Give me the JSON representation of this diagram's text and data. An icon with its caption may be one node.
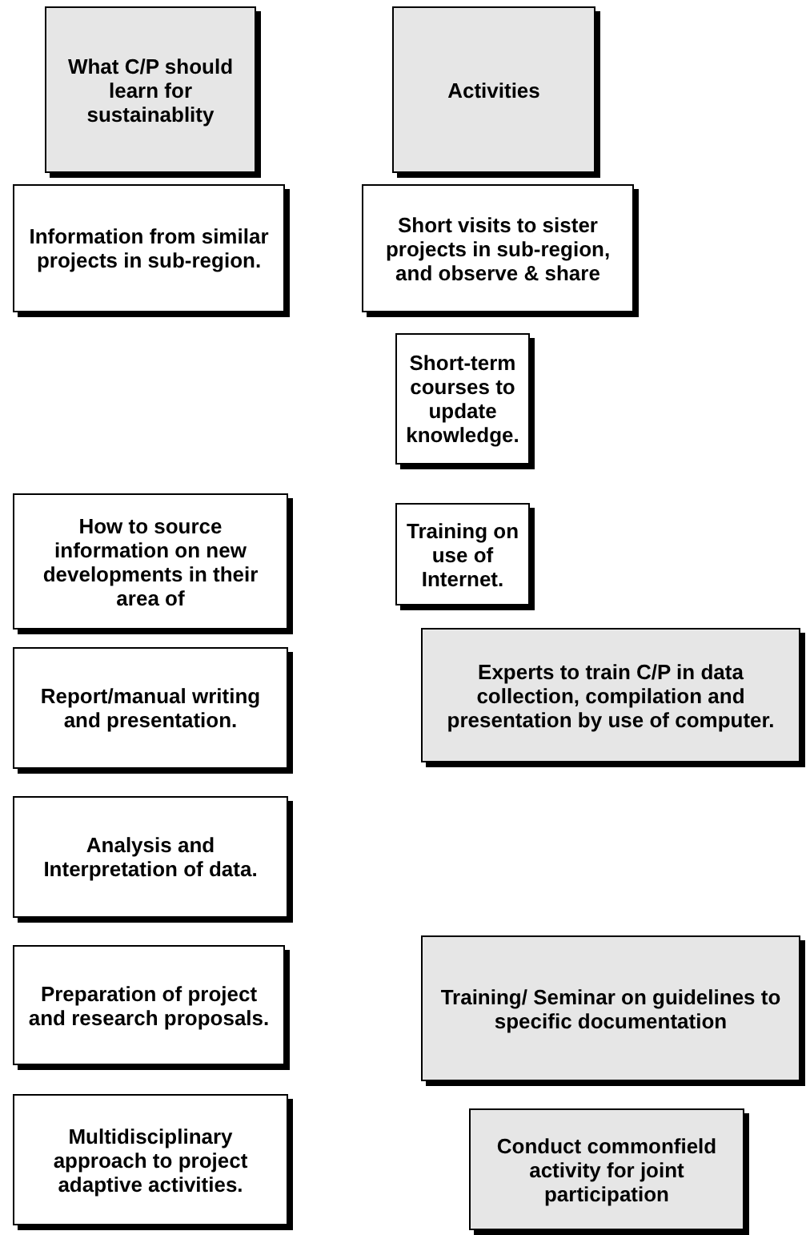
{
  "diagram": {
    "nodes": [
      {
        "text": [
          "What C/P should learn for sustainablity"
        ]
      },
      {
        "text": [
          "Activities"
        ]
      },
      {
        "text": [
          "Information from similar projects in sub-region."
        ]
      },
      {
        "text": [
          "Short visits to sister projects in sub-region, and observe & share"
        ]
      },
      {
        "text": [
          "Short-term courses to update knowledge."
        ]
      },
      {
        "text": [
          "How to source information on new developments in their area of"
        ]
      },
      {
        "text": [
          "Training on use of Internet."
        ]
      },
      {
        "text": [
          "Report/manual writing and presentation."
        ]
      },
      {
        "text": [
          "Experts to train C/P in data collection, compilation and presentation by use of computer."
        ]
      },
      {
        "text": [
          "Analysis and Interpretation of data."
        ]
      },
      {
        "text": [
          "Preparation of project and research proposals."
        ]
      },
      {
        "text": [
          "Training/ Seminar on guidelines to specific documentation"
        ]
      },
      {
        "text": [
          "Multidisciplinary approach to project adaptive activities."
        ]
      },
      {
        "text": [
          "Conduct commonfield activity for joint participation"
        ]
      }
    ]
  }
}
